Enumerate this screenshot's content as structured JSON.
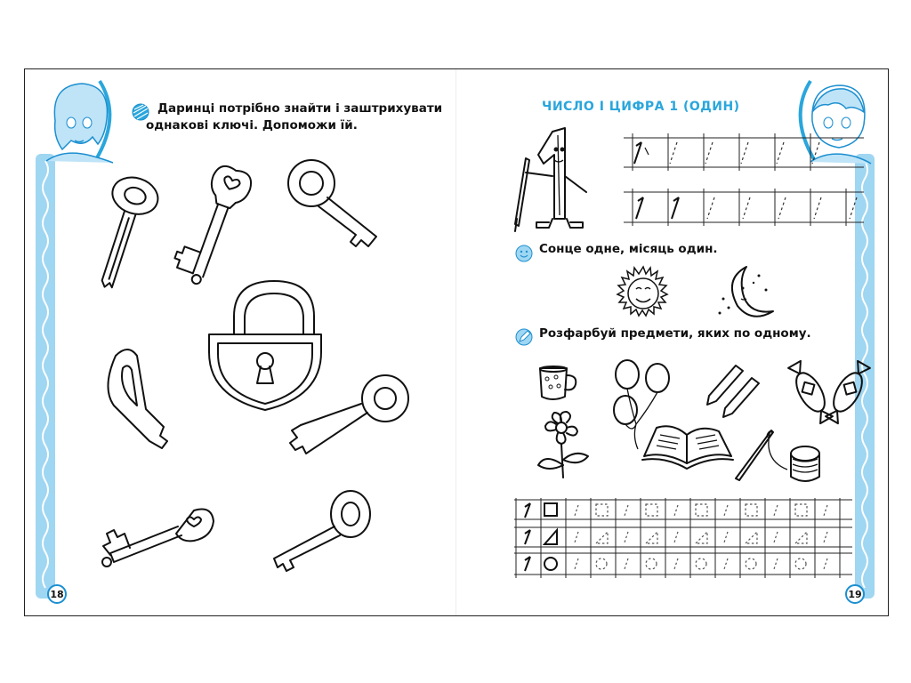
{
  "left_page": {
    "task_text_line1": "Даринці потрібно знайти і заштрихувати",
    "task_text_line2": "однакові ключі. Допоможи їй.",
    "page_number": "18"
  },
  "right_page": {
    "heading": "ЧИСЛО І ЦИФРА 1 (ОДИН)",
    "task1": "Сонце одне, місяць один.",
    "task2": "Розфарбуй предмети, яких по одному.",
    "digit": "1",
    "page_number": "19"
  },
  "colors": {
    "accent": "#2aa6dc",
    "side_bar": "#9fd6f2",
    "ink": "#111111"
  }
}
